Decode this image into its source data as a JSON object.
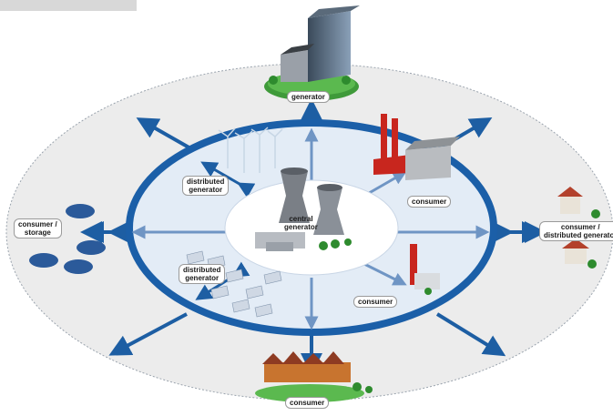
{
  "labels": {
    "top_generator": "generator",
    "distributed_generator_top": "distributed\ngenerator",
    "central_generator": "central\ngenerator",
    "consumer_right_top": "consumer",
    "consumer_storage": "consumer /\nstorage",
    "consumer_distributed_generator": "consumer /\ndistributed generator",
    "distributed_generator_bottom": "distributed\ngenerator",
    "consumer_right_bottom": "consumer",
    "consumer_bottom": "consumer"
  },
  "colors": {
    "ring_blue": "#1b5fa8",
    "arrow_blue": "#1d5ea3",
    "inner_fill": "#e3ecf6",
    "outer_fill": "#ececec",
    "factory_red": "#c8261e",
    "tree_green": "#2e8b2e",
    "house_orange": "#c8742f"
  }
}
